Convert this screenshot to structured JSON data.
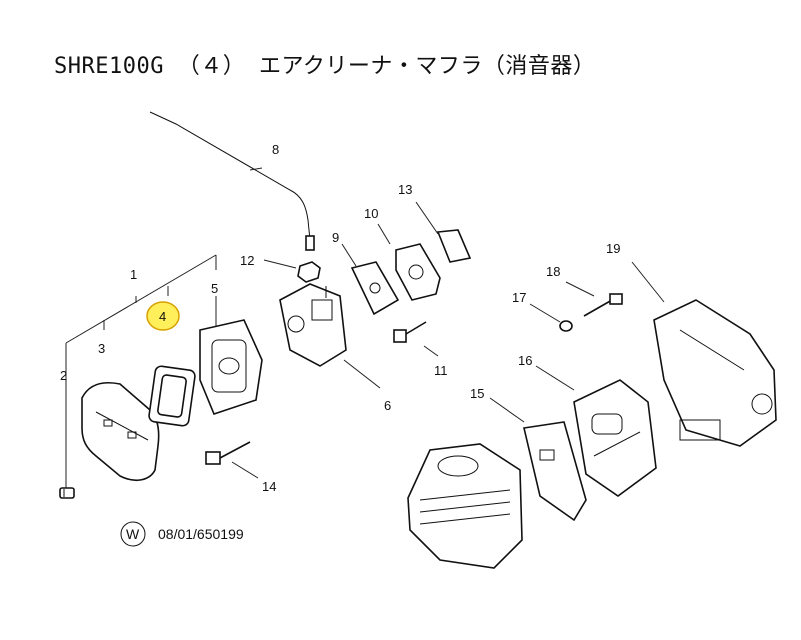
{
  "title": "SHRE100G （４） エアクリーナ・マフラ（消音器）",
  "highlight_color": "#ffef5a",
  "highlight_stroke": "#d8a000",
  "callouts": [
    {
      "id": "c1",
      "label": "1"
    },
    {
      "id": "c2",
      "label": "2"
    },
    {
      "id": "c3",
      "label": "3"
    },
    {
      "id": "c4",
      "label": "4",
      "highlighted": true
    },
    {
      "id": "c5",
      "label": "5"
    },
    {
      "id": "c6",
      "label": "6"
    },
    {
      "id": "c8",
      "label": "8"
    },
    {
      "id": "c9",
      "label": "9"
    },
    {
      "id": "c10",
      "label": "10"
    },
    {
      "id": "c11",
      "label": "11"
    },
    {
      "id": "c12",
      "label": "12"
    },
    {
      "id": "c13",
      "label": "13"
    },
    {
      "id": "c14",
      "label": "14"
    },
    {
      "id": "c15",
      "label": "15"
    },
    {
      "id": "c16",
      "label": "16"
    },
    {
      "id": "c17",
      "label": "17"
    },
    {
      "id": "c18",
      "label": "18"
    },
    {
      "id": "c19",
      "label": "19"
    }
  ],
  "footer": {
    "badge": "W",
    "code": "08/01/650199"
  }
}
